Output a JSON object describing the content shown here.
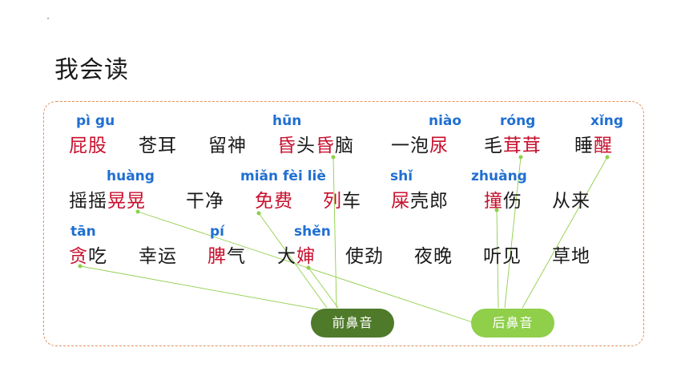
{
  "title": "我会读",
  "pinyin": {
    "pi_gu": "pì gu",
    "hun": "hūn",
    "niao": "niào",
    "rong": "róng",
    "xing": "xǐng",
    "huang": "huàng",
    "mian_fei_lie": "miǎn fèi liè",
    "shi": "shǐ",
    "zhuang": "zhuàng",
    "tan": "tān",
    "pi": "pí",
    "shen": "shěn"
  },
  "rows": {
    "r1": {
      "w1": {
        "a": "屁股"
      },
      "w2": {
        "a": "苍耳"
      },
      "w3": {
        "a": "留神"
      },
      "w4": {
        "a": "昏",
        "b": "头",
        "c": "昏",
        "d": "脑"
      },
      "w5": {
        "a": "一泡",
        "b": "尿"
      },
      "w6": {
        "a": "毛",
        "b": "茸茸"
      },
      "w7": {
        "a": "睡",
        "b": "醒"
      }
    },
    "r2": {
      "w1": {
        "a": "摇摇",
        "b": "晃晃"
      },
      "w2": {
        "a": "干净"
      },
      "w3": {
        "a": "免费"
      },
      "w4": {
        "a": "列",
        "b": "车"
      },
      "w5": {
        "a": "屎",
        "b": "壳郎"
      },
      "w6": {
        "a": "撞",
        "b": "伤"
      },
      "w7": {
        "a": "从来"
      }
    },
    "r3": {
      "w1": {
        "a": "贪",
        "b": "吃"
      },
      "w2": {
        "a": "幸运"
      },
      "w3": {
        "a": "脾",
        "b": "气"
      },
      "w4": {
        "a": "大",
        "b": "婶"
      },
      "w5": {
        "a": "使劲"
      },
      "w6": {
        "a": "夜晚"
      },
      "w7": {
        "a": "听见"
      },
      "w8": {
        "a": "草地"
      }
    }
  },
  "labels": {
    "front": "前鼻音",
    "back": "后鼻音"
  },
  "colors": {
    "highlight": "#c8102e",
    "pinyin": "#1f6fd1",
    "front_label": "#4f7a2a",
    "back_label": "#8fcf4a",
    "connector": "#8fcf4a",
    "border": "#e8915a"
  }
}
